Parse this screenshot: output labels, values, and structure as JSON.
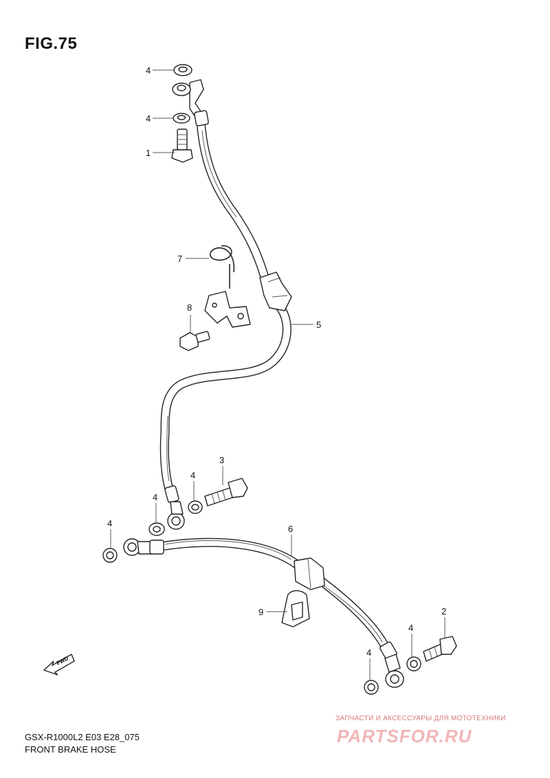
{
  "figure": {
    "title": "FIG.75",
    "code": "GSX-R1000L2 E03 E28_075",
    "name": "FRONT BRAKE HOSE"
  },
  "callouts": [
    "4",
    "4",
    "1",
    "7",
    "8",
    "5",
    "3",
    "4",
    "4",
    "4",
    "6",
    "9",
    "2",
    "4",
    "4"
  ],
  "fwd_marker": "FWD",
  "watermark": {
    "caption": "ЗАПЧАСТИ И АКСЕССУАРЫ ДЛЯ МОТОТЕХНИКИ",
    "logo": "PARTSFOR.RU"
  }
}
